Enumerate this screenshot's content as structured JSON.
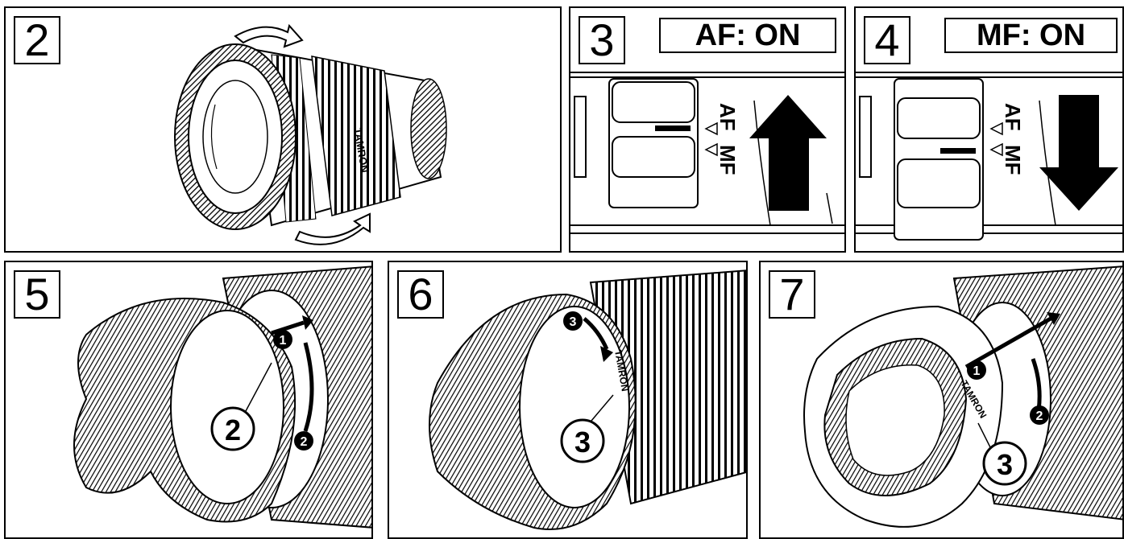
{
  "panels": {
    "p2": {
      "number": "2"
    },
    "p3": {
      "number": "3",
      "mode_label": "AF: ON",
      "switch_af": "AF",
      "switch_mf": "MF"
    },
    "p4": {
      "number": "4",
      "mode_label": "MF: ON",
      "switch_af": "AF",
      "switch_mf": "MF"
    },
    "p5": {
      "number": "5",
      "callout": "2",
      "step1": "1",
      "step2": "2"
    },
    "p6": {
      "number": "6",
      "callout": "3",
      "step3": "3",
      "hood_brand": "TAMRON"
    },
    "p7": {
      "number": "7",
      "callout": "3",
      "step1": "1",
      "step2": "2",
      "hood_brand": "TAMRON"
    }
  },
  "lens_brand": "TAMRON",
  "icons": [
    "rotate-arrow-icon",
    "up-arrow-icon",
    "down-arrow-icon",
    "step-circle-icon"
  ],
  "colors": {
    "ink": "#000000",
    "paper": "#ffffff"
  }
}
